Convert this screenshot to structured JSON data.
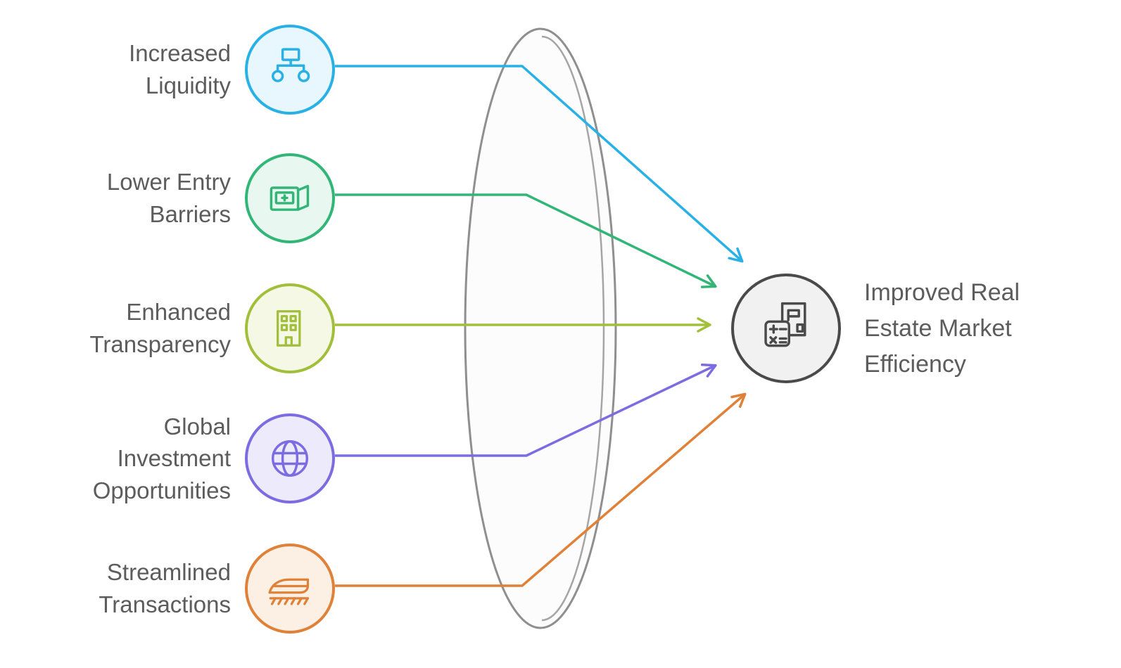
{
  "diagram": {
    "type": "funnel-flow",
    "background": "#ffffff",
    "text_color": "#5c5c5c",
    "lens": {
      "name": "funnel-lens",
      "fill": "#fcfcfc",
      "stroke": "#8f8f8f",
      "inner_stroke": "#a5a5a5"
    },
    "nodes": [
      {
        "id": "increased-liquidity",
        "label": "Increased\nLiquidity",
        "icon": "hierarchy-icon",
        "color": "#29b1e6",
        "tint": "#e7f7fd"
      },
      {
        "id": "lower-entry-barriers",
        "label": "Lower Entry\nBarriers",
        "icon": "wallet-icon",
        "color": "#31b677",
        "tint": "#e8f7f0"
      },
      {
        "id": "enhanced-transparency",
        "label": "Enhanced\nTransparency",
        "icon": "building-icon",
        "color": "#a1bf3a",
        "tint": "#f5f8e4"
      },
      {
        "id": "global-investment-opportunities",
        "label": "Global\nInvestment\nOpportunities",
        "icon": "globe-icon",
        "color": "#7b6ce2",
        "tint": "#edebfb"
      },
      {
        "id": "streamlined-transactions",
        "label": "Streamlined\nTransactions",
        "icon": "train-icon",
        "color": "#df8138",
        "tint": "#fcf0e4"
      }
    ],
    "target": {
      "id": "improved-real-estate-market-efficiency",
      "label": "Improved Real\nEstate Market\nEfficiency",
      "icon": "calculator-document-icon",
      "color": "#4a4a4a",
      "tint": "#f1f1f1"
    }
  }
}
